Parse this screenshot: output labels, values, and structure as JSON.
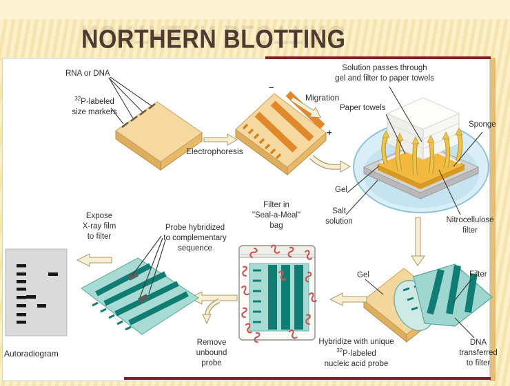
{
  "title": {
    "text": "NORTHERN BLOTTING"
  },
  "labels": {
    "rna": "RNA or DNA",
    "markers_sup": "32",
    "markers_l1": "P-labeled",
    "markers_l2": "size markers",
    "electrophoresis": "Electrophoresis",
    "migration": "Migration",
    "minus": "–",
    "plus": "+",
    "solution_l1": "Solution passes through",
    "solution_l2": "gel and filter to paper towels",
    "paper_towels": "Paper towels",
    "sponge": "Sponge",
    "gel_dish": "Gel",
    "salt_l1": "Salt",
    "salt_l2": "solution",
    "nitro_l1": "Nitrocellulose",
    "nitro_l2": "filter",
    "gel_peel": "Gel",
    "filter_peel": "Filter",
    "dna_l1": "DNA",
    "dna_l2": "transferred",
    "dna_l3": "to filter",
    "hyb_l1": "Hybridize with unique",
    "hyb_sup": "32",
    "hyb_l2": "P-labeled",
    "hyb_l3": "nucleic acid probe",
    "bag_l1": "Filter in",
    "bag_l2": "\"Seal-a-Meal\"",
    "bag_l3": "bag",
    "probe_l1": "Probe hybridized",
    "probe_l2": "to complementary",
    "probe_l3": "sequence",
    "remove_l1": "Remove",
    "remove_l2": "unbound",
    "remove_l3": "probe",
    "expose_l1": "Expose",
    "expose_l2": "X-ray film",
    "expose_l3": "to filter",
    "autoradiogram": "Autoradiogram"
  },
  "colors": {
    "background_cream": "#fcf0c9",
    "title_brown": "#4f3a31",
    "accent_maroon": "#7b2125",
    "gel_tan": "#f5d9a0",
    "band_orange": "#e0882a",
    "filter_teal_light": "#a8dbd4",
    "filter_teal_dark": "#0f7d74",
    "dish_blue": "#d9eef7",
    "gel_gold": "#f2b93e",
    "probe_red": "#c85858",
    "arrow_beige": "#f7eed4"
  }
}
